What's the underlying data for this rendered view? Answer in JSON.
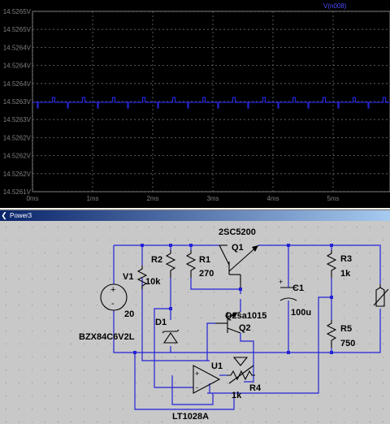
{
  "window": {
    "title": "Power3"
  },
  "waveform": {
    "trace_label": "V(n008)",
    "y_ticks": [
      "14.5265V",
      "14.5265V",
      "14.5264V",
      "14.5264V",
      "14.5264V",
      "14.5263V",
      "14.5263V",
      "14.5262V",
      "14.5262V",
      "14.5262V",
      "14.5261V"
    ],
    "x_ticks": [
      "0ms",
      "1ms",
      "2ms",
      "3ms",
      "4ms",
      "5ms"
    ],
    "colors": {
      "background": "#000000",
      "trace": "#4040ff",
      "grid": "#6e6e6e"
    }
  },
  "schematic": {
    "labels": {
      "q1_part": "2SC5200",
      "q1": "Q1",
      "r1": "R1",
      "r1_val": "270",
      "r2": "R2",
      "r2_val": "10k",
      "v1": "V1",
      "v1_val": "20",
      "d1": "D1",
      "d1_part": "BZX84C6V2L",
      "q2_part": "Q2sa1015",
      "q2": "Q2",
      "c1": "C1",
      "c1_val": "100u",
      "r3": "R3",
      "r3_val": "1k",
      "r5": "R5",
      "r5_val": "750",
      "u1": "U1",
      "u1_part": "LT1028A",
      "r4": "R4",
      "r4_val": "1k",
      "plus": "+",
      "minus": "-",
      "cap_plus": "+"
    },
    "colors": {
      "wire": "#2323d6",
      "component": "#000000",
      "background": "#c8c8c8"
    }
  }
}
